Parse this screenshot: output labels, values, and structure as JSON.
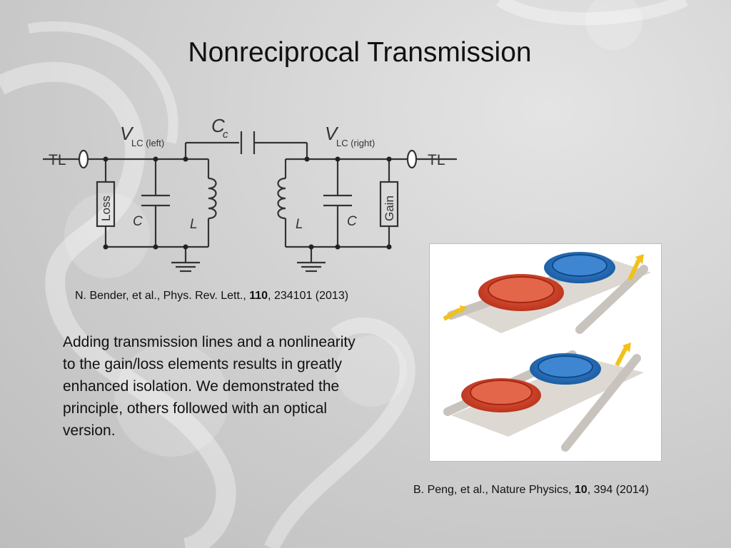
{
  "slide": {
    "title": "Nonreciprocal Transmission"
  },
  "circuit": {
    "tl_left": "TL",
    "tl_right": "TL",
    "v_left_symbol": "V",
    "v_left_sub": "LC (left)",
    "v_right_symbol": "V",
    "v_right_sub": "LC (right)",
    "cc_symbol": "C",
    "cc_sub": "c",
    "loss_label": "Loss",
    "gain_label": "Gain",
    "c_left": "C",
    "l_left": "L",
    "l_right": "L",
    "c_right": "C"
  },
  "ref_left": {
    "authors": "N. Bender, et al., Phys. Rev. Lett., ",
    "volume": "110",
    "rest": ", 234101 (2013)"
  },
  "body_text": "Adding transmission lines and a nonlinearity to the gain/loss elements results in greatly enhanced isolation. We demonstrated the principle, others followed with an optical version.",
  "ref_right": {
    "authors": "B. Peng, et al., Nature Physics, ",
    "volume": "10",
    "rest": ", 394 (2014)"
  },
  "colors": {
    "resonator_red": "#d9432a",
    "resonator_blue": "#1f6fbf",
    "arrow_yellow": "#f2c11a"
  }
}
